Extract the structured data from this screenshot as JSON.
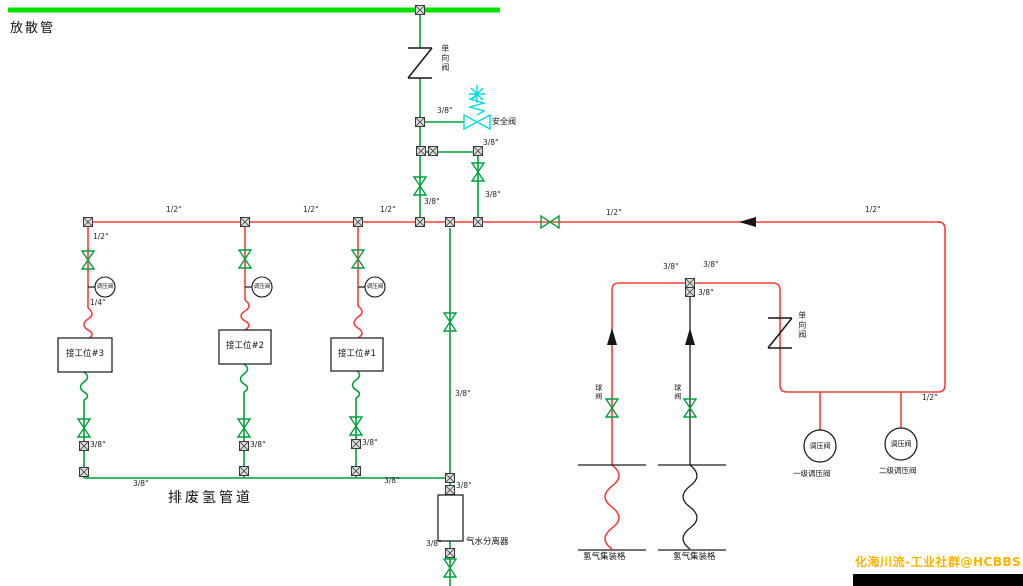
{
  "diagram": {
    "vent_pipe": "放散管",
    "waste_pipe": "排废氢管道",
    "separator": "气水分离器",
    "check_valve": "单向阀",
    "safety_valve": "安全阀",
    "ball_valve": "球阀",
    "regulator": "调压阀",
    "stage1_regulator": "一级调压阀",
    "stage2_regulator": "二级调压阀",
    "station1": "接工位#1",
    "station2": "接工位#2",
    "station3": "接工位#3",
    "cylinder_rack": "氢气集装格"
  },
  "sizes": {
    "half": "1/2\"",
    "three_eighths": "3/8\"",
    "quarter": "1/4\""
  },
  "watermark": "化海川流-工业社群@HCBBS",
  "colors": {
    "vent_green": "#00e100",
    "pipe_green": "#00a03c",
    "pipe_red": "#ff3d3d",
    "safety_cyan": "#00dbe0",
    "line_black": "#1c1c1c",
    "watermark_yellow": "#ffb400"
  }
}
